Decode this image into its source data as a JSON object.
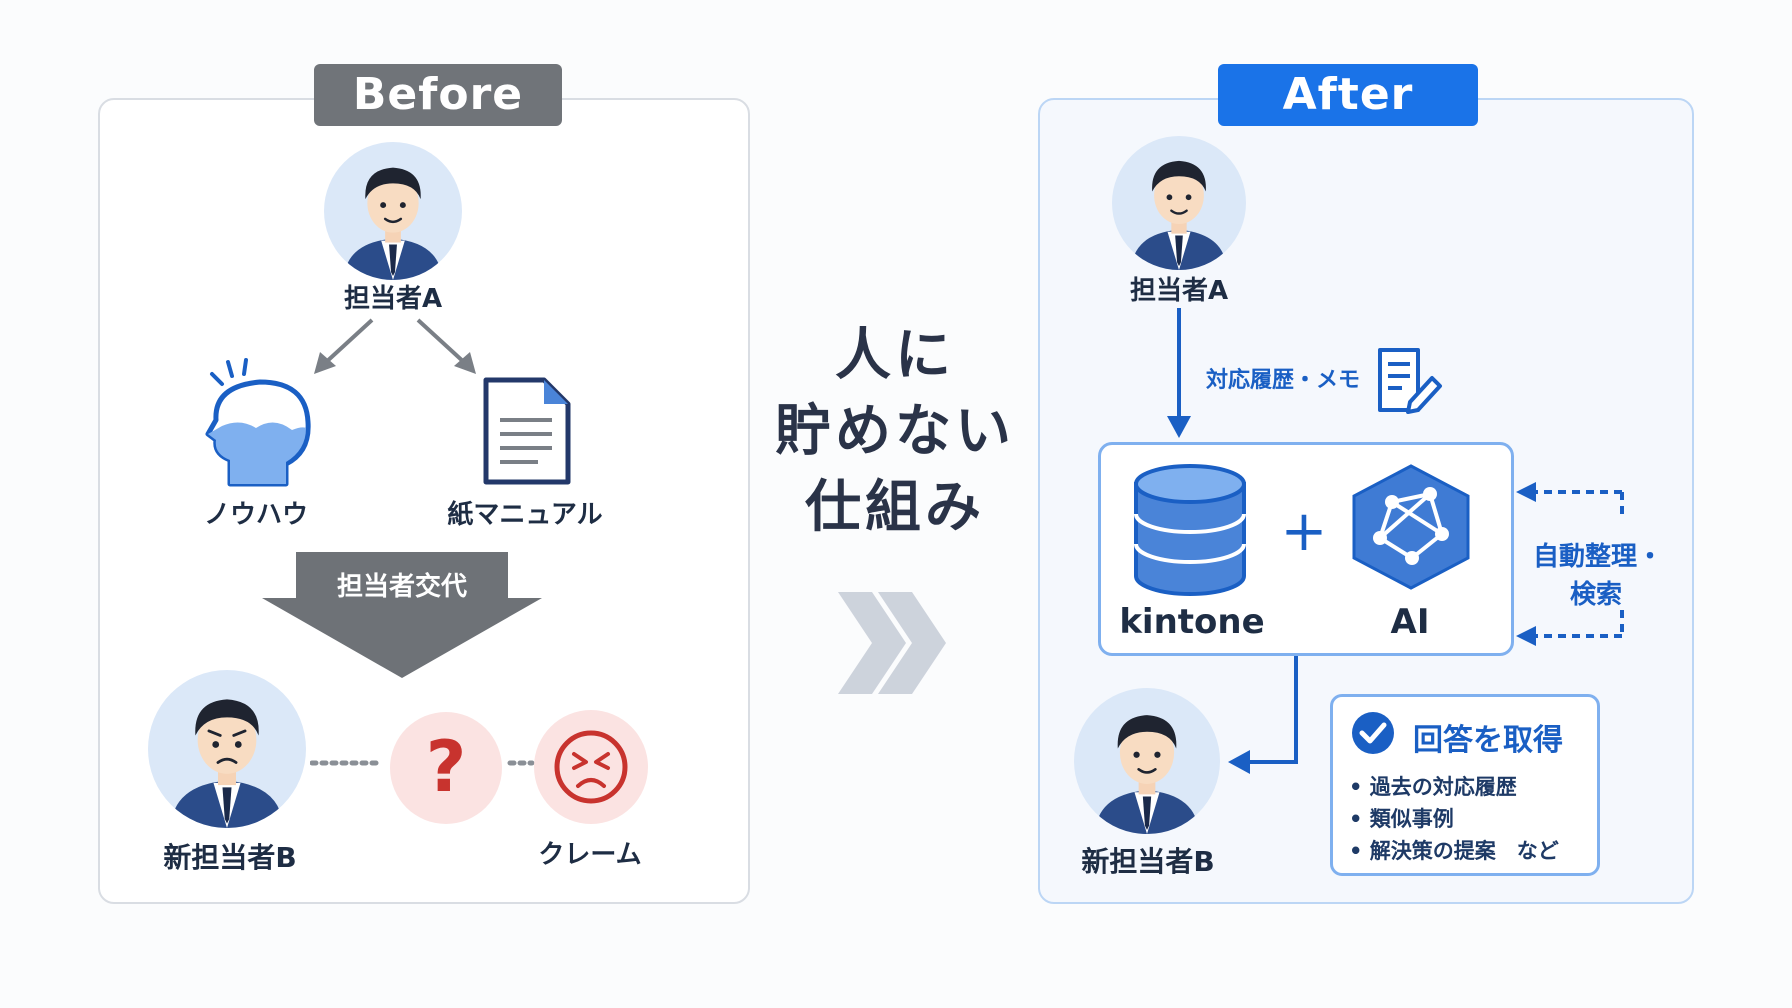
{
  "before": {
    "title": "Before",
    "person_a": "担当者A",
    "knowhow": "ノウハウ",
    "manual": "紙マニュアル",
    "handover": "担当者交代",
    "person_b": "新担当者B",
    "complaint": "クレーム",
    "question_mark": "?"
  },
  "center": {
    "title_lines": [
      "人に",
      "貯めない",
      "仕組み"
    ]
  },
  "after": {
    "title": "After",
    "person_a": "担当者A",
    "record_note": "対応履歴・メモ",
    "kintone": "kintone",
    "plus": "+",
    "ai": "AI",
    "auto_label_1": "自動整理・",
    "auto_label_2": "検索",
    "person_b": "新担当者B",
    "answer": {
      "title": "回答を取得",
      "items": [
        "• 過去の対応履歴",
        "• 類似事例",
        "• 解決策の提案　など"
      ]
    }
  },
  "colors": {
    "gray_tag": "#707479",
    "blue_tag": "#1a73e8",
    "dark_navy": "#1e2d44",
    "link_blue": "#1a5fc4",
    "red": "#c8332e"
  }
}
